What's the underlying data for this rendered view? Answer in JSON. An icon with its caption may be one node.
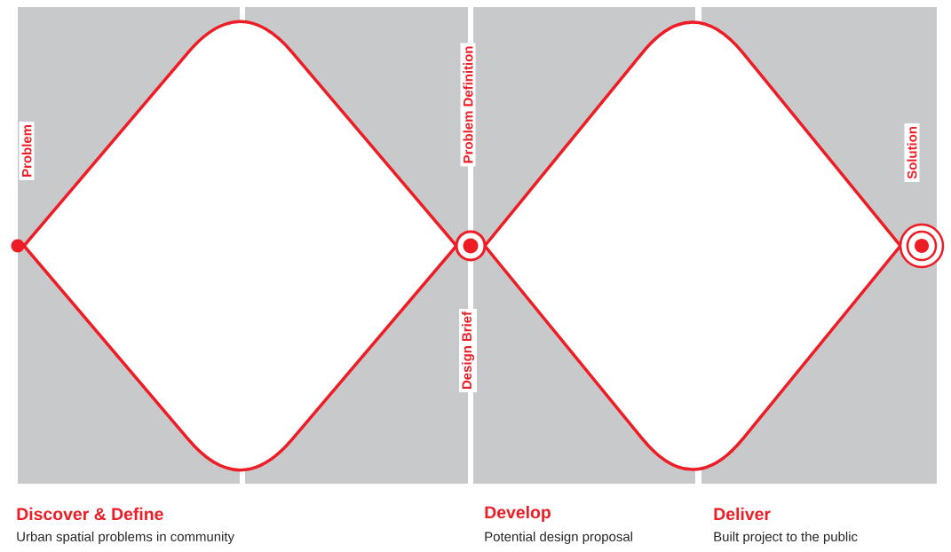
{
  "diagram": {
    "nodes": [
      {
        "text": [],
        "shape": "circle"
      },
      {
        "text": [],
        "shape": "diamond"
      },
      {
        "text": [],
        "shape": "target"
      },
      {
        "text": [],
        "shape": "diamond"
      },
      {
        "text": [],
        "shape": "target"
      }
    ],
    "labels": [
      "Problem",
      "Problem Definition",
      "Solution",
      "Design Brief",
      "Discover & Define",
      "Develop",
      "Deliver",
      "Urban spatial problems in community",
      "Potential design proposal",
      "Built project to the public"
    ]
  }
}
